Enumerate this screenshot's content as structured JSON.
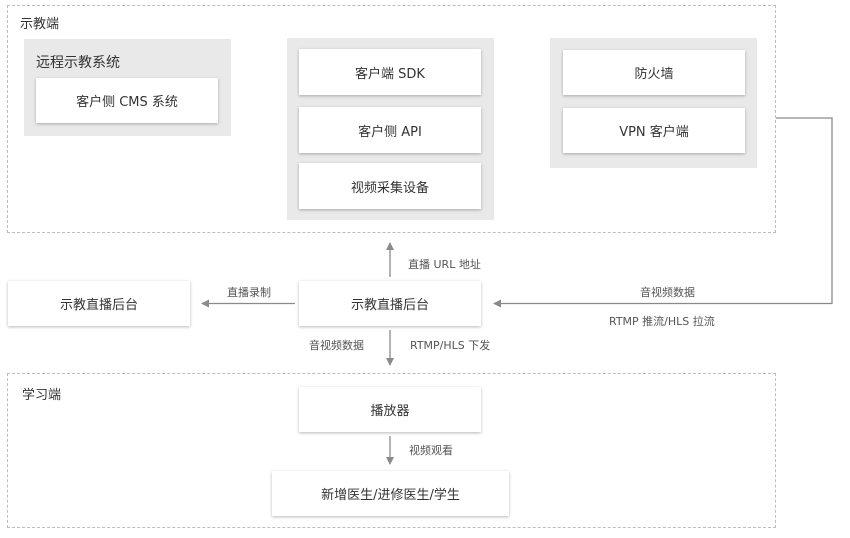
{
  "regions": {
    "teaching": {
      "label": "示教端"
    },
    "learning": {
      "label": "学习端"
    }
  },
  "groups": {
    "remote": {
      "label": "远程示教系统"
    }
  },
  "nodes": {
    "client_cms": "客户侧 CMS 系统",
    "client_sdk": "客户端 SDK",
    "client_api": "客户侧 API",
    "video_capture": "视频采集设备",
    "firewall": "防火墙",
    "vpn_client": "VPN 客户端",
    "backend_left": "示教直播后台",
    "backend_center": "示教直播后台",
    "player": "播放器",
    "learners": "新增医生/进修医生/学生"
  },
  "edges": {
    "url_address": "直播 URL 地址",
    "record": "直播录制",
    "av_data_in": "音视频数据",
    "rtmp_push": "RTMP 推流/HLS 拉流",
    "av_data_down": "音视频数据",
    "rtmp_down": "RTMP/HLS 下发",
    "watch": "视频观看"
  },
  "colors": {
    "border": "#bdbdbd",
    "group_bg": "#e9e9e9",
    "arrow": "#8a8a8a"
  }
}
